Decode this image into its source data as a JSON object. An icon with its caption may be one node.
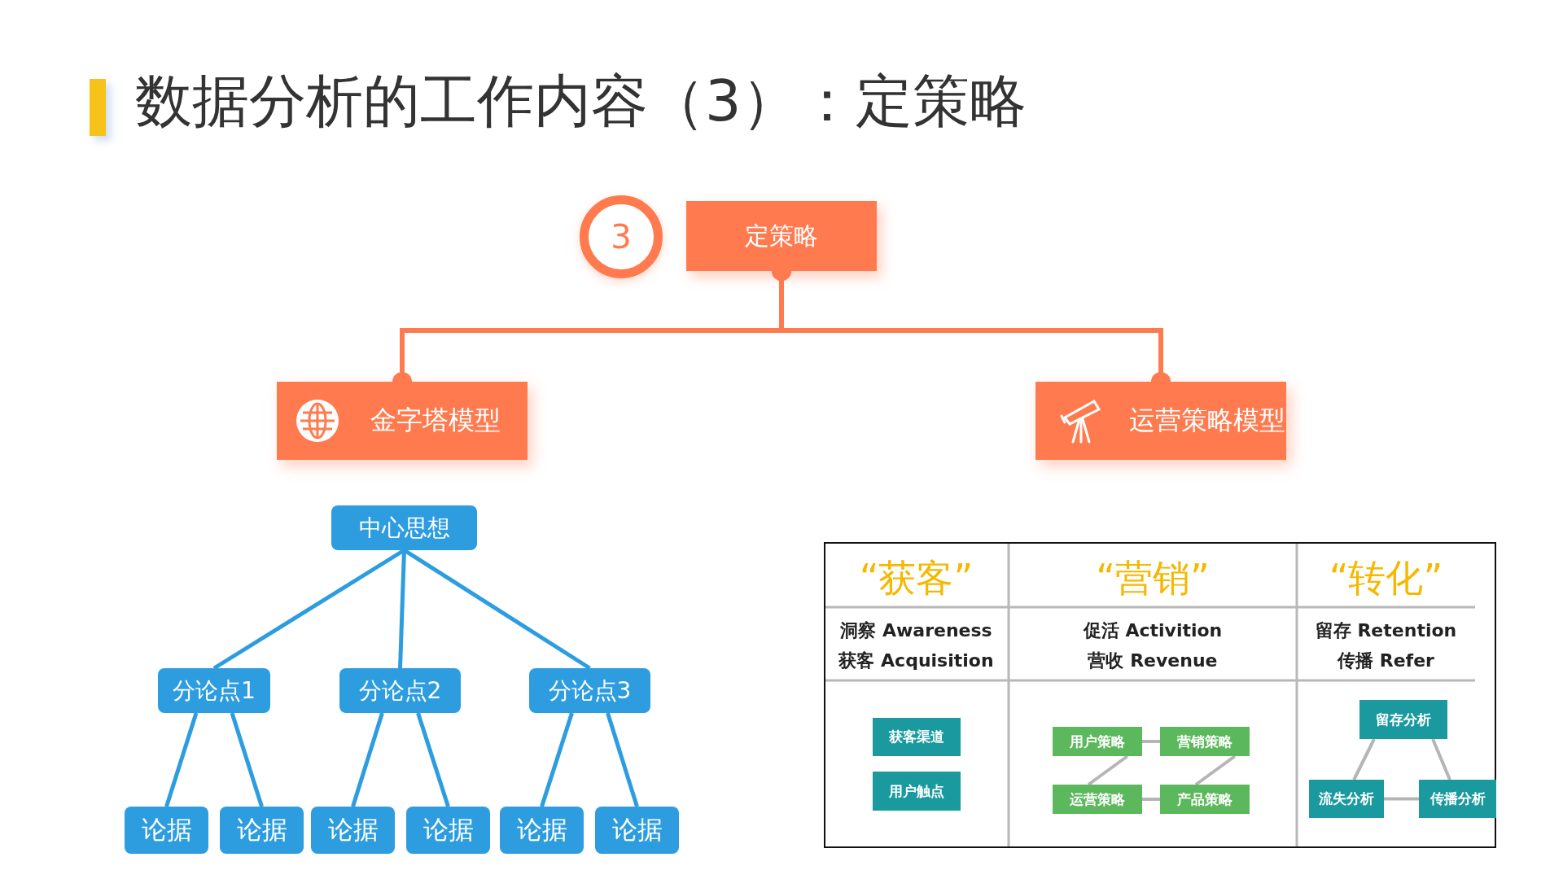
{
  "diagram": {
    "title": "数据分析的工作内容（3）：定策略",
    "nodes": [
      {
        "text": [
          "3"
        ]
      },
      {
        "text": [
          "定策略"
        ]
      },
      {
        "text": [
          "金字塔模型"
        ]
      },
      {
        "text": [
          "运营策略模型"
        ]
      },
      {
        "text": [
          "中心思想"
        ]
      },
      {
        "text": [
          "分论点1"
        ]
      },
      {
        "text": [
          "分论点2"
        ]
      },
      {
        "text": [
          "分论点3"
        ]
      },
      {
        "text": [
          "论据"
        ]
      },
      {
        "text": [
          "论据"
        ]
      },
      {
        "text": [
          "论据"
        ]
      },
      {
        "text": [
          "论据"
        ]
      },
      {
        "text": [
          "论据"
        ]
      },
      {
        "text": [
          "论据"
        ]
      },
      {
        "text": [
          "获客渠道"
        ]
      },
      {
        "text": [
          "用户触点"
        ]
      },
      {
        "text": [
          "用户策略"
        ]
      },
      {
        "text": [
          "营销策略"
        ]
      },
      {
        "text": [
          "运营策略"
        ]
      },
      {
        "text": [
          "产品策略"
        ]
      },
      {
        "text": [
          "留存分析"
        ]
      },
      {
        "text": [
          "流失分析"
        ]
      },
      {
        "text": [
          "传播分析"
        ]
      }
    ],
    "edges": [
      {
        "from": 1,
        "to": 2,
        "arrow": "other",
        "color": "#ff7b4f"
      },
      {
        "from": 1,
        "to": 3,
        "arrow": "other",
        "color": "#ff7b4f"
      },
      {
        "from": 4,
        "to": 5,
        "arrow": "none"
      },
      {
        "from": 4,
        "to": 6,
        "arrow": "none"
      },
      {
        "from": 4,
        "to": 7,
        "arrow": "none"
      },
      {
        "from": 5,
        "to": 8,
        "arrow": "none"
      },
      {
        "from": 5,
        "to": 9,
        "arrow": "none"
      },
      {
        "from": 6,
        "to": 10,
        "arrow": "none"
      },
      {
        "from": 6,
        "to": 11,
        "arrow": "none"
      },
      {
        "from": 7,
        "to": 12,
        "arrow": "none"
      },
      {
        "from": 7,
        "to": 13,
        "arrow": "none"
      },
      {
        "from": 16,
        "to": 17,
        "arrow": "none",
        "color": "#b5b5b5"
      },
      {
        "from": 16,
        "to": 18,
        "arrow": "none",
        "color": "#b5b5b5"
      },
      {
        "from": 17,
        "to": 19,
        "arrow": "none",
        "color": "#b5b5b5"
      },
      {
        "from": 18,
        "to": 19,
        "arrow": "none",
        "color": "#b5b5b5"
      },
      {
        "from": 20,
        "to": 21,
        "arrow": "none",
        "color": "#b5b5b5"
      },
      {
        "from": 20,
        "to": 22,
        "arrow": "none",
        "color": "#b5b5b5"
      },
      {
        "from": 21,
        "to": 22,
        "arrow": "none",
        "color": "#b5b5b5"
      }
    ],
    "labels": [
      "“获客”",
      "“营销”",
      "“转化”",
      "洞察 Awareness",
      "促活 Activition",
      "留存 Retention",
      "获客 Acquisition",
      "营收 Revenue",
      "传播 Refer"
    ]
  }
}
